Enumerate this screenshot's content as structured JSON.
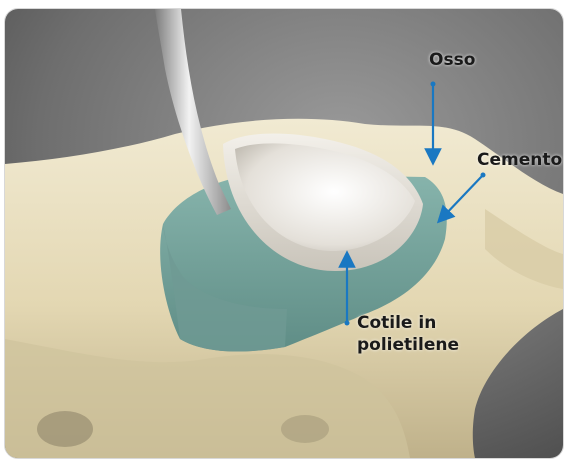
{
  "labels": {
    "bone": "Osso",
    "cement": "Cemento",
    "cup_line1": "Cotile in",
    "cup_line2": "polietilene"
  },
  "colors": {
    "arrow": "#1a78c2",
    "cement": "#79a9a1",
    "bone": "#e6dcbc",
    "cup": "#ebe7df",
    "background": "#6b6b6b"
  }
}
